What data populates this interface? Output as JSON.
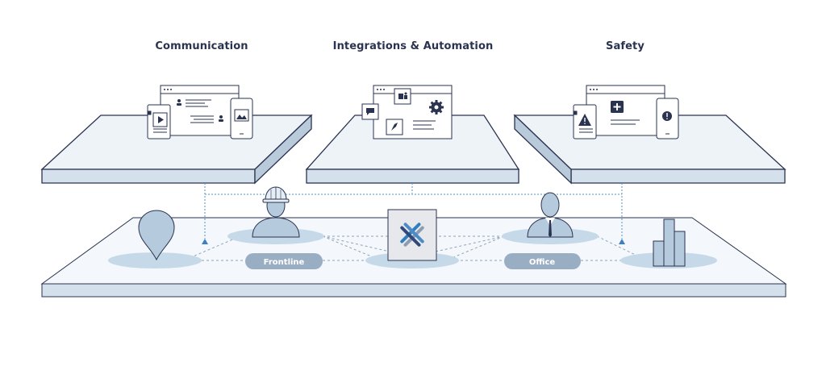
{
  "headings": {
    "communication": "Communication",
    "integrations": "Integrations & Automation",
    "safety": "Safety"
  },
  "pills": {
    "frontline": "Frontline",
    "office": "Office"
  },
  "colors": {
    "outline": "#2a3350",
    "platform_fill": "#eef3f8",
    "platform_front": "#d4e1ec",
    "ellipse": "#c5d9e8",
    "person": "#b5cbdd",
    "pill": "#9aaec3",
    "connector": "#5a8fc0"
  },
  "icons": [
    "location-pin-icon",
    "hard-hat-worker-icon",
    "office-worker-icon",
    "buildings-icon",
    "company-logo-icon",
    "phone-play-icon",
    "tablet-image-icon",
    "chat-icon",
    "teams-icon",
    "gear-icon",
    "compass-icon",
    "warning-icon",
    "plus-icon",
    "alert-icon"
  ]
}
